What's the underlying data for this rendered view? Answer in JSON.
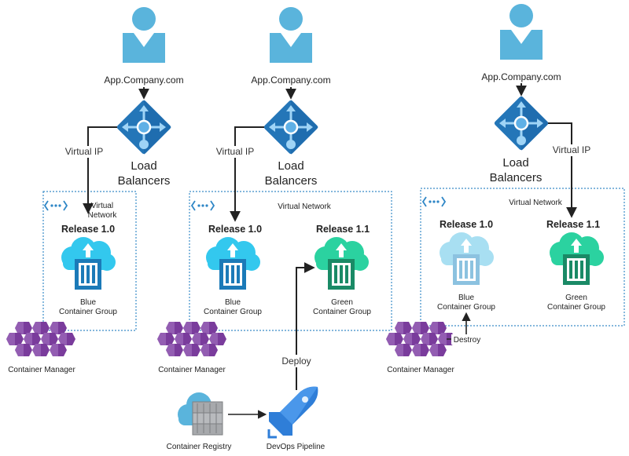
{
  "colors": {
    "user": "#5ab4dc",
    "lb_dark": "#2476b8",
    "lb_light": "#5fb0e6",
    "blue_cloud": "#33c8ee",
    "blue_cloud_faded": "#a8dff2",
    "blue_box": "#1b7ab8",
    "blue_box_faded": "#8cc2e0",
    "green_cloud": "#2bd2a0",
    "green_box": "#1a8a66",
    "manager": "#7a3c9c",
    "vnet_border": "#3a8cc8",
    "arrow": "#222222"
  },
  "panels": [
    {
      "url": "App.Company.com",
      "virtual_ip": "Virtual IP",
      "lb_label": [
        "Load",
        "Balancers"
      ],
      "vnet_label": [
        "Virtual",
        "Network"
      ],
      "groups": [
        {
          "release": "Release 1.0",
          "line1": "Blue",
          "line2": "Container Group"
        }
      ],
      "manager_label": "Container Manager"
    },
    {
      "url": "App.Company.com",
      "virtual_ip": "Virtual IP",
      "lb_label": [
        "Load",
        "Balancers"
      ],
      "vnet_label": [
        "Virtual Network"
      ],
      "groups": [
        {
          "release": "Release 1.0",
          "line1": "Blue",
          "line2": "Container Group"
        },
        {
          "release": "Release 1.1",
          "line1": "Green",
          "line2": "Container Group"
        }
      ],
      "manager_label": "Container Manager",
      "deploy_label": "Deploy",
      "registry_label": "Container Registry",
      "pipeline_label": "DevOps Pipeline"
    },
    {
      "url": "App.Company.com",
      "virtual_ip": "Virtual IP",
      "lb_label": [
        "Load",
        "Balancers"
      ],
      "vnet_label": [
        "Virtual Network"
      ],
      "groups": [
        {
          "release": "Release 1.0",
          "line1": "Blue",
          "line2": "Container Group"
        },
        {
          "release": "Release 1.1",
          "line1": "Green",
          "line2": "Container Group"
        }
      ],
      "manager_label": "Container Manager",
      "destroy_label": "Destroy"
    }
  ]
}
